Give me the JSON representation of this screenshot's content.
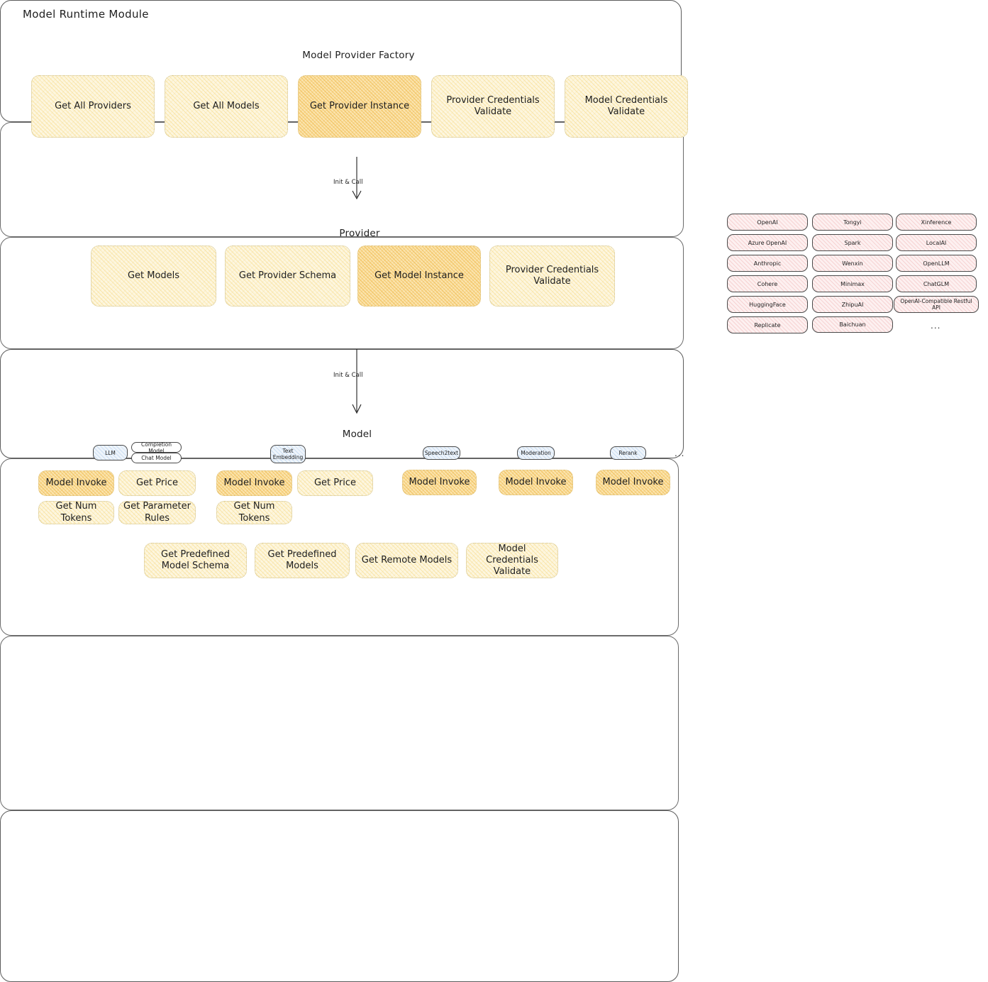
{
  "title": "Model Runtime Module",
  "factory": {
    "title": "Model Provider Factory",
    "ops": [
      {
        "label": "Get All Providers",
        "highlight": false
      },
      {
        "label": "Get All Models",
        "highlight": false
      },
      {
        "label": "Get Provider Instance",
        "highlight": true
      },
      {
        "label": "Provider Credentials Validate",
        "highlight": false
      },
      {
        "label": "Model Credentials Validate",
        "highlight": false
      }
    ]
  },
  "edges": [
    {
      "label": "Init & Call",
      "from": "Model Provider Factory",
      "to": "Provider"
    },
    {
      "label": "Init & Call",
      "from": "Provider",
      "to": "Model"
    }
  ],
  "provider": {
    "title": "Provider",
    "ops": [
      {
        "label": "Get Models",
        "highlight": false
      },
      {
        "label": "Get Provider Schema",
        "highlight": false
      },
      {
        "label": "Get Model Instance",
        "highlight": true
      },
      {
        "label": "Provider Credentials Validate",
        "highlight": false
      }
    ]
  },
  "provider_list": {
    "columns": [
      [
        "OpenAI",
        "Azure OpenAI",
        "Anthropic",
        "Cohere",
        "HuggingFace",
        "Replicate"
      ],
      [
        "Tongyi",
        "Spark",
        "Wenxin",
        "Minimax",
        "ZhipuAI",
        "Baichuan"
      ],
      [
        "Xinference",
        "LocalAI",
        "OpenLLM",
        "ChatGLM",
        "OpenAI-Compatible Restful API"
      ]
    ],
    "more": "..."
  },
  "model": {
    "title": "Model",
    "more": "...",
    "types": [
      {
        "badge": "LLM",
        "sub_badges": [
          "Completion Model",
          "Chat Model"
        ],
        "ops": [
          {
            "label": "Model Invoke",
            "highlight": true
          },
          {
            "label": "Get Price",
            "highlight": false
          },
          {
            "label": "Get Num Tokens",
            "highlight": false
          },
          {
            "label": "Get Parameter Rules",
            "highlight": false
          }
        ]
      },
      {
        "badge": "Text Embedding",
        "sub_badges": [],
        "ops": [
          {
            "label": "Model Invoke",
            "highlight": true
          },
          {
            "label": "Get Price",
            "highlight": false
          },
          {
            "label": "Get Num Tokens",
            "highlight": false
          }
        ]
      },
      {
        "badge": "Speech2text",
        "sub_badges": [],
        "ops": [
          {
            "label": "Model Invoke",
            "highlight": true
          }
        ]
      },
      {
        "badge": "Moderation",
        "sub_badges": [],
        "ops": [
          {
            "label": "Model Invoke",
            "highlight": true
          }
        ]
      },
      {
        "badge": "Rerank",
        "sub_badges": [],
        "ops": [
          {
            "label": "Model Invoke",
            "highlight": true
          }
        ]
      }
    ],
    "shared_ops": [
      {
        "label": "Get Predefined Model Schema"
      },
      {
        "label": "Get Predefined Models"
      },
      {
        "label": "Get Remote Models"
      },
      {
        "label": "Model Credentials Validate"
      }
    ]
  },
  "colors": {
    "op_fill": "#fdf6df",
    "op_fill_highlight": "#fbe4ae",
    "chip_fill": "#fdf0f0",
    "badge_fill": "#eef4fb",
    "stroke": "#1e1e1e"
  }
}
